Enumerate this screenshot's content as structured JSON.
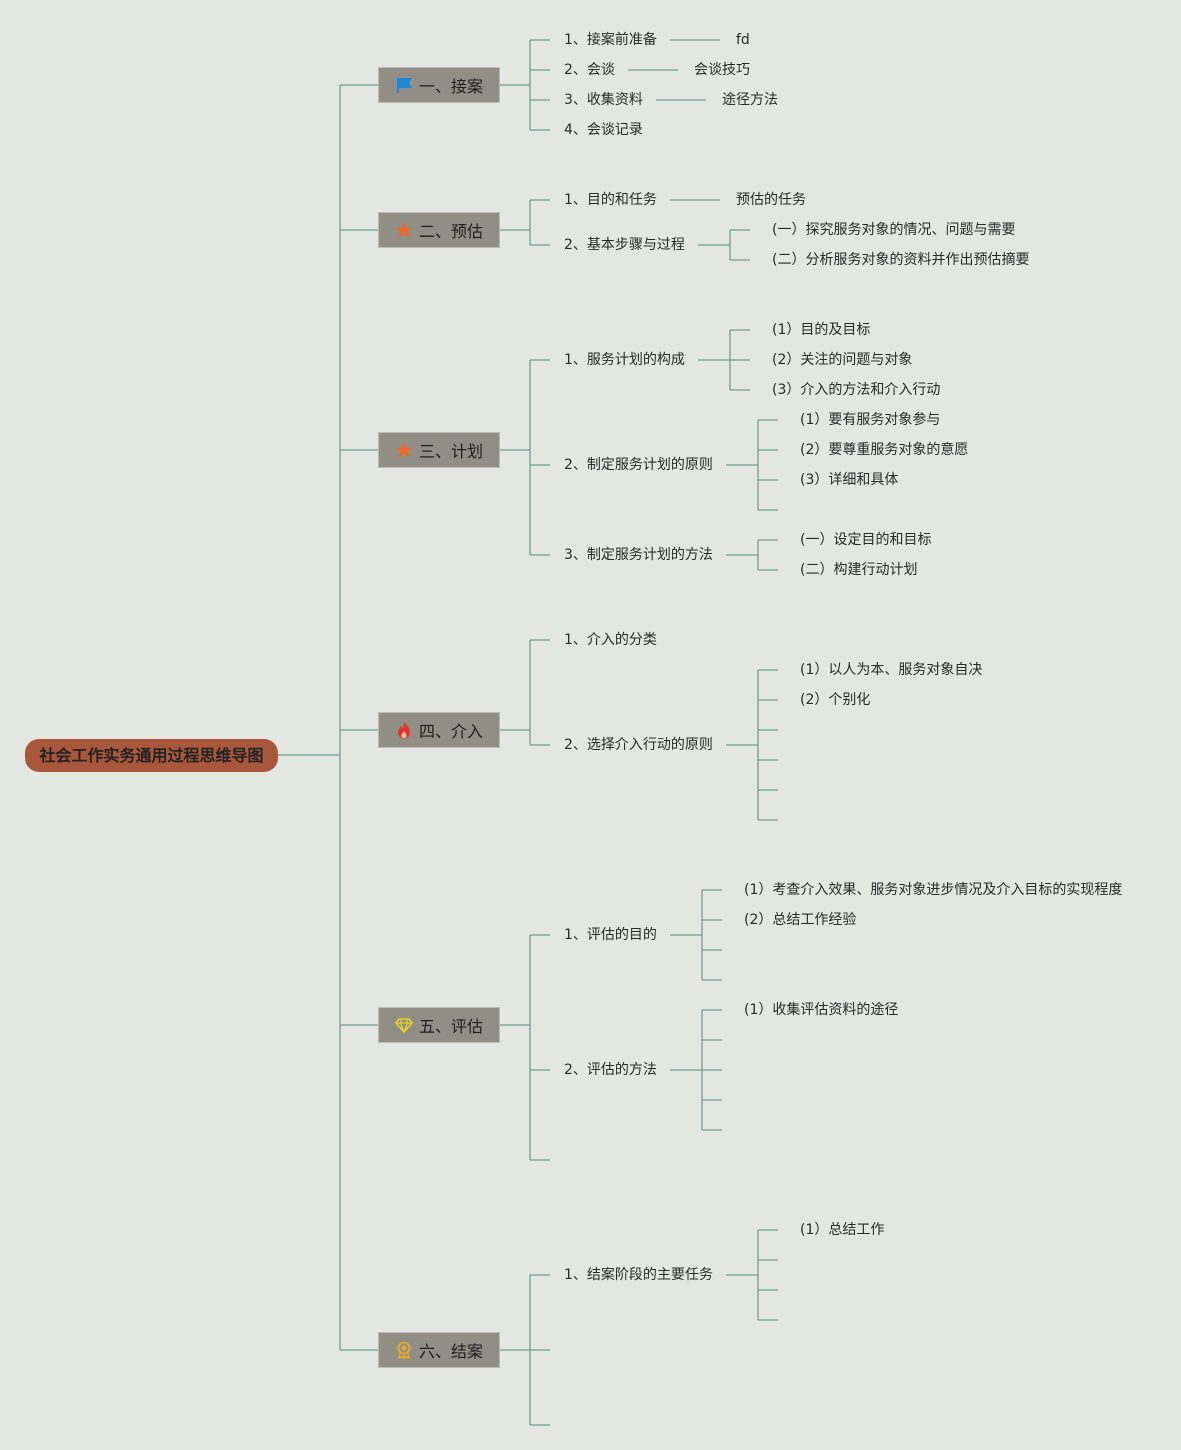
{
  "root": "社会工作实务通用过程思维导图",
  "sections": [
    {
      "label": "一、接案",
      "icon": "flag-icon",
      "color": "#1f86d9",
      "items": [
        {
          "label": "1、接案前准备",
          "children": [
            "fd"
          ]
        },
        {
          "label": "2、会谈",
          "children": [
            "会谈技巧"
          ]
        },
        {
          "label": "3、收集资料",
          "children": [
            "途径方法"
          ]
        },
        {
          "label": "4、会谈记录",
          "children": []
        }
      ]
    },
    {
      "label": "二、预估",
      "icon": "star-icon",
      "color": "#e8682f",
      "items": [
        {
          "label": "1、目的和任务",
          "children": [
            "预估的任务"
          ]
        },
        {
          "label": "2、基本步骤与过程",
          "children": [
            "(一）探究服务对象的情况、问题与需要",
            "(二）分析服务对象的资料并作出预估摘要"
          ]
        }
      ]
    },
    {
      "label": "三、计划",
      "icon": "star-icon",
      "color": "#e8682f",
      "items": [
        {
          "label": "1、服务计划的构成",
          "children": [
            "(1）目的及目标",
            "(2）关注的问题与对象",
            "(3）介入的方法和介入行动"
          ]
        },
        {
          "label": "2、制定服务计划的原则",
          "children": [
            "(1）要有服务对象参与",
            "(2）要尊重服务对象的意愿",
            "(3）详细和具体",
            ""
          ]
        },
        {
          "label": "3、制定服务计划的方法",
          "children": [
            "(一）设定目的和目标",
            "(二）构建行动计划"
          ]
        }
      ]
    },
    {
      "label": "四、介入",
      "icon": "fire-icon",
      "color": "#e5322d",
      "items": [
        {
          "label": "1、介入的分类",
          "children": []
        },
        {
          "label": "2、选择介入行动的原则",
          "children": [
            "(1）以人为本、服务对象自决",
            "(2）个别化",
            "",
            "",
            "",
            ""
          ]
        }
      ]
    },
    {
      "label": "五、评估",
      "icon": "diamond-icon",
      "color": "#e8d22b",
      "items": [
        {
          "label": "1、评估的目的",
          "children": [
            "(1）考查介入效果、服务对象进步情况及介入目标的实现程度",
            "(2）总结工作经验",
            "",
            ""
          ]
        },
        {
          "label": "2、评估的方法",
          "children": [
            "(1）收集评估资料的途径",
            "",
            "",
            "",
            ""
          ]
        },
        {
          "label": "",
          "children": []
        }
      ]
    },
    {
      "label": "六、结案",
      "icon": "medal-icon",
      "color": "#e8a82b",
      "items": [
        {
          "label": "1、结案阶段的主要任务",
          "children": [
            "(1）总结工作",
            "",
            "",
            ""
          ]
        },
        {
          "label": "",
          "children": []
        },
        {
          "label": "",
          "children": []
        }
      ]
    }
  ]
}
